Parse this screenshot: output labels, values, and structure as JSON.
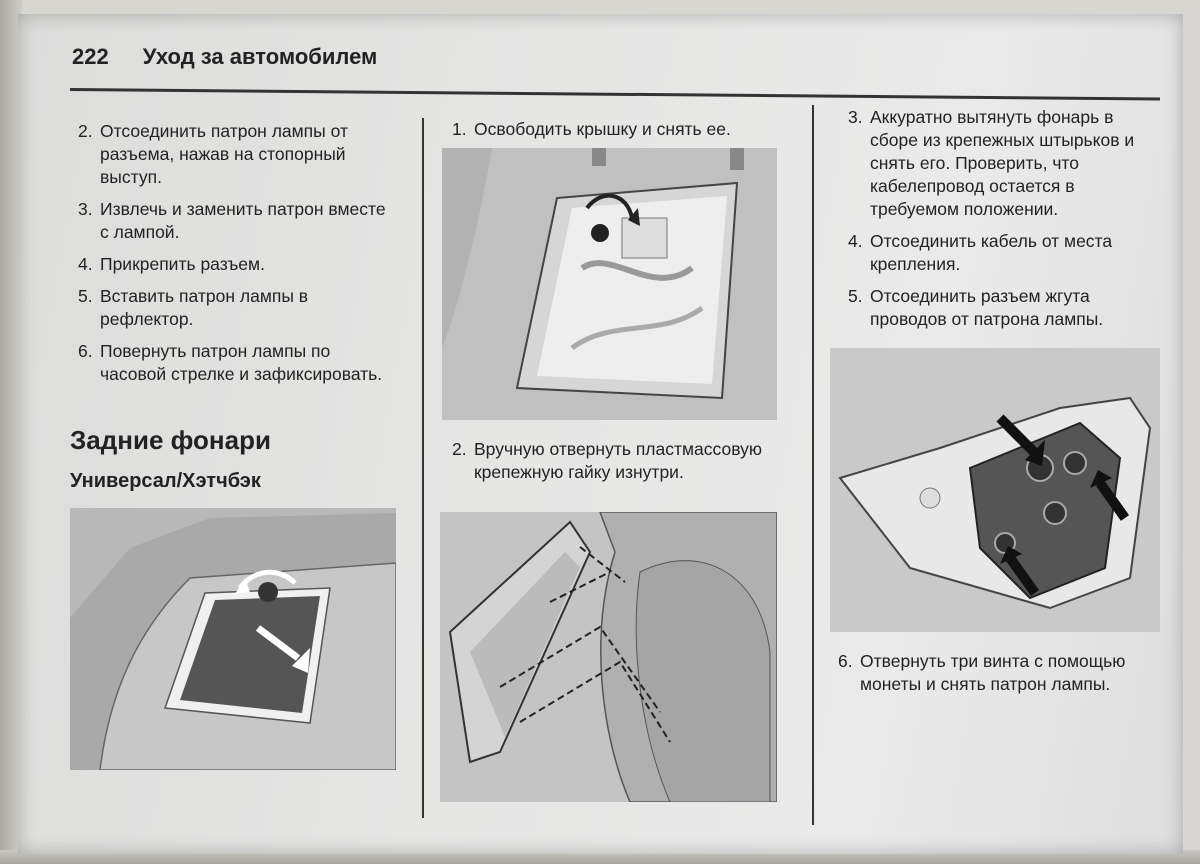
{
  "header": {
    "page_number": "222",
    "title": "Уход за автомобилем"
  },
  "left_column": {
    "steps": [
      {
        "n": "2.",
        "text": "Отсоединить патрон лампы от разъема, нажав на стопорный выступ."
      },
      {
        "n": "3.",
        "text": "Извлечь и заменить патрон вместе с лампой."
      },
      {
        "n": "4.",
        "text": "Прикрепить разъем."
      },
      {
        "n": "5.",
        "text": "Вставить патрон лампы в рефлектор."
      },
      {
        "n": "6.",
        "text": "Повернуть патрон лампы по часовой стрелке и зафиксировать."
      }
    ],
    "section_title": "Задние фонари",
    "subsection_title": "Универсал/Хэтчбэк"
  },
  "middle_column": {
    "steps": [
      {
        "n": "1.",
        "text": "Освободить крышку и снять ее."
      },
      {
        "n": "2.",
        "text": "Вручную отвернуть пластмассовую крепежную гайку изнутри."
      }
    ]
  },
  "right_column": {
    "steps": [
      {
        "n": "3.",
        "text": "Аккуратно вытянуть фонарь в сборе из крепежных штырьков и снять его. Проверить, что кабелепровод остается в требуемом положении."
      },
      {
        "n": "4.",
        "text": "Отсоединить кабель от места крепления."
      },
      {
        "n": "5.",
        "text": "Отсоединить разъем жгута проводов от патрона лампы."
      }
    ],
    "step6": {
      "n": "6.",
      "text": "Отвернуть три винта с помощью монеты и снять патрон лампы."
    }
  }
}
